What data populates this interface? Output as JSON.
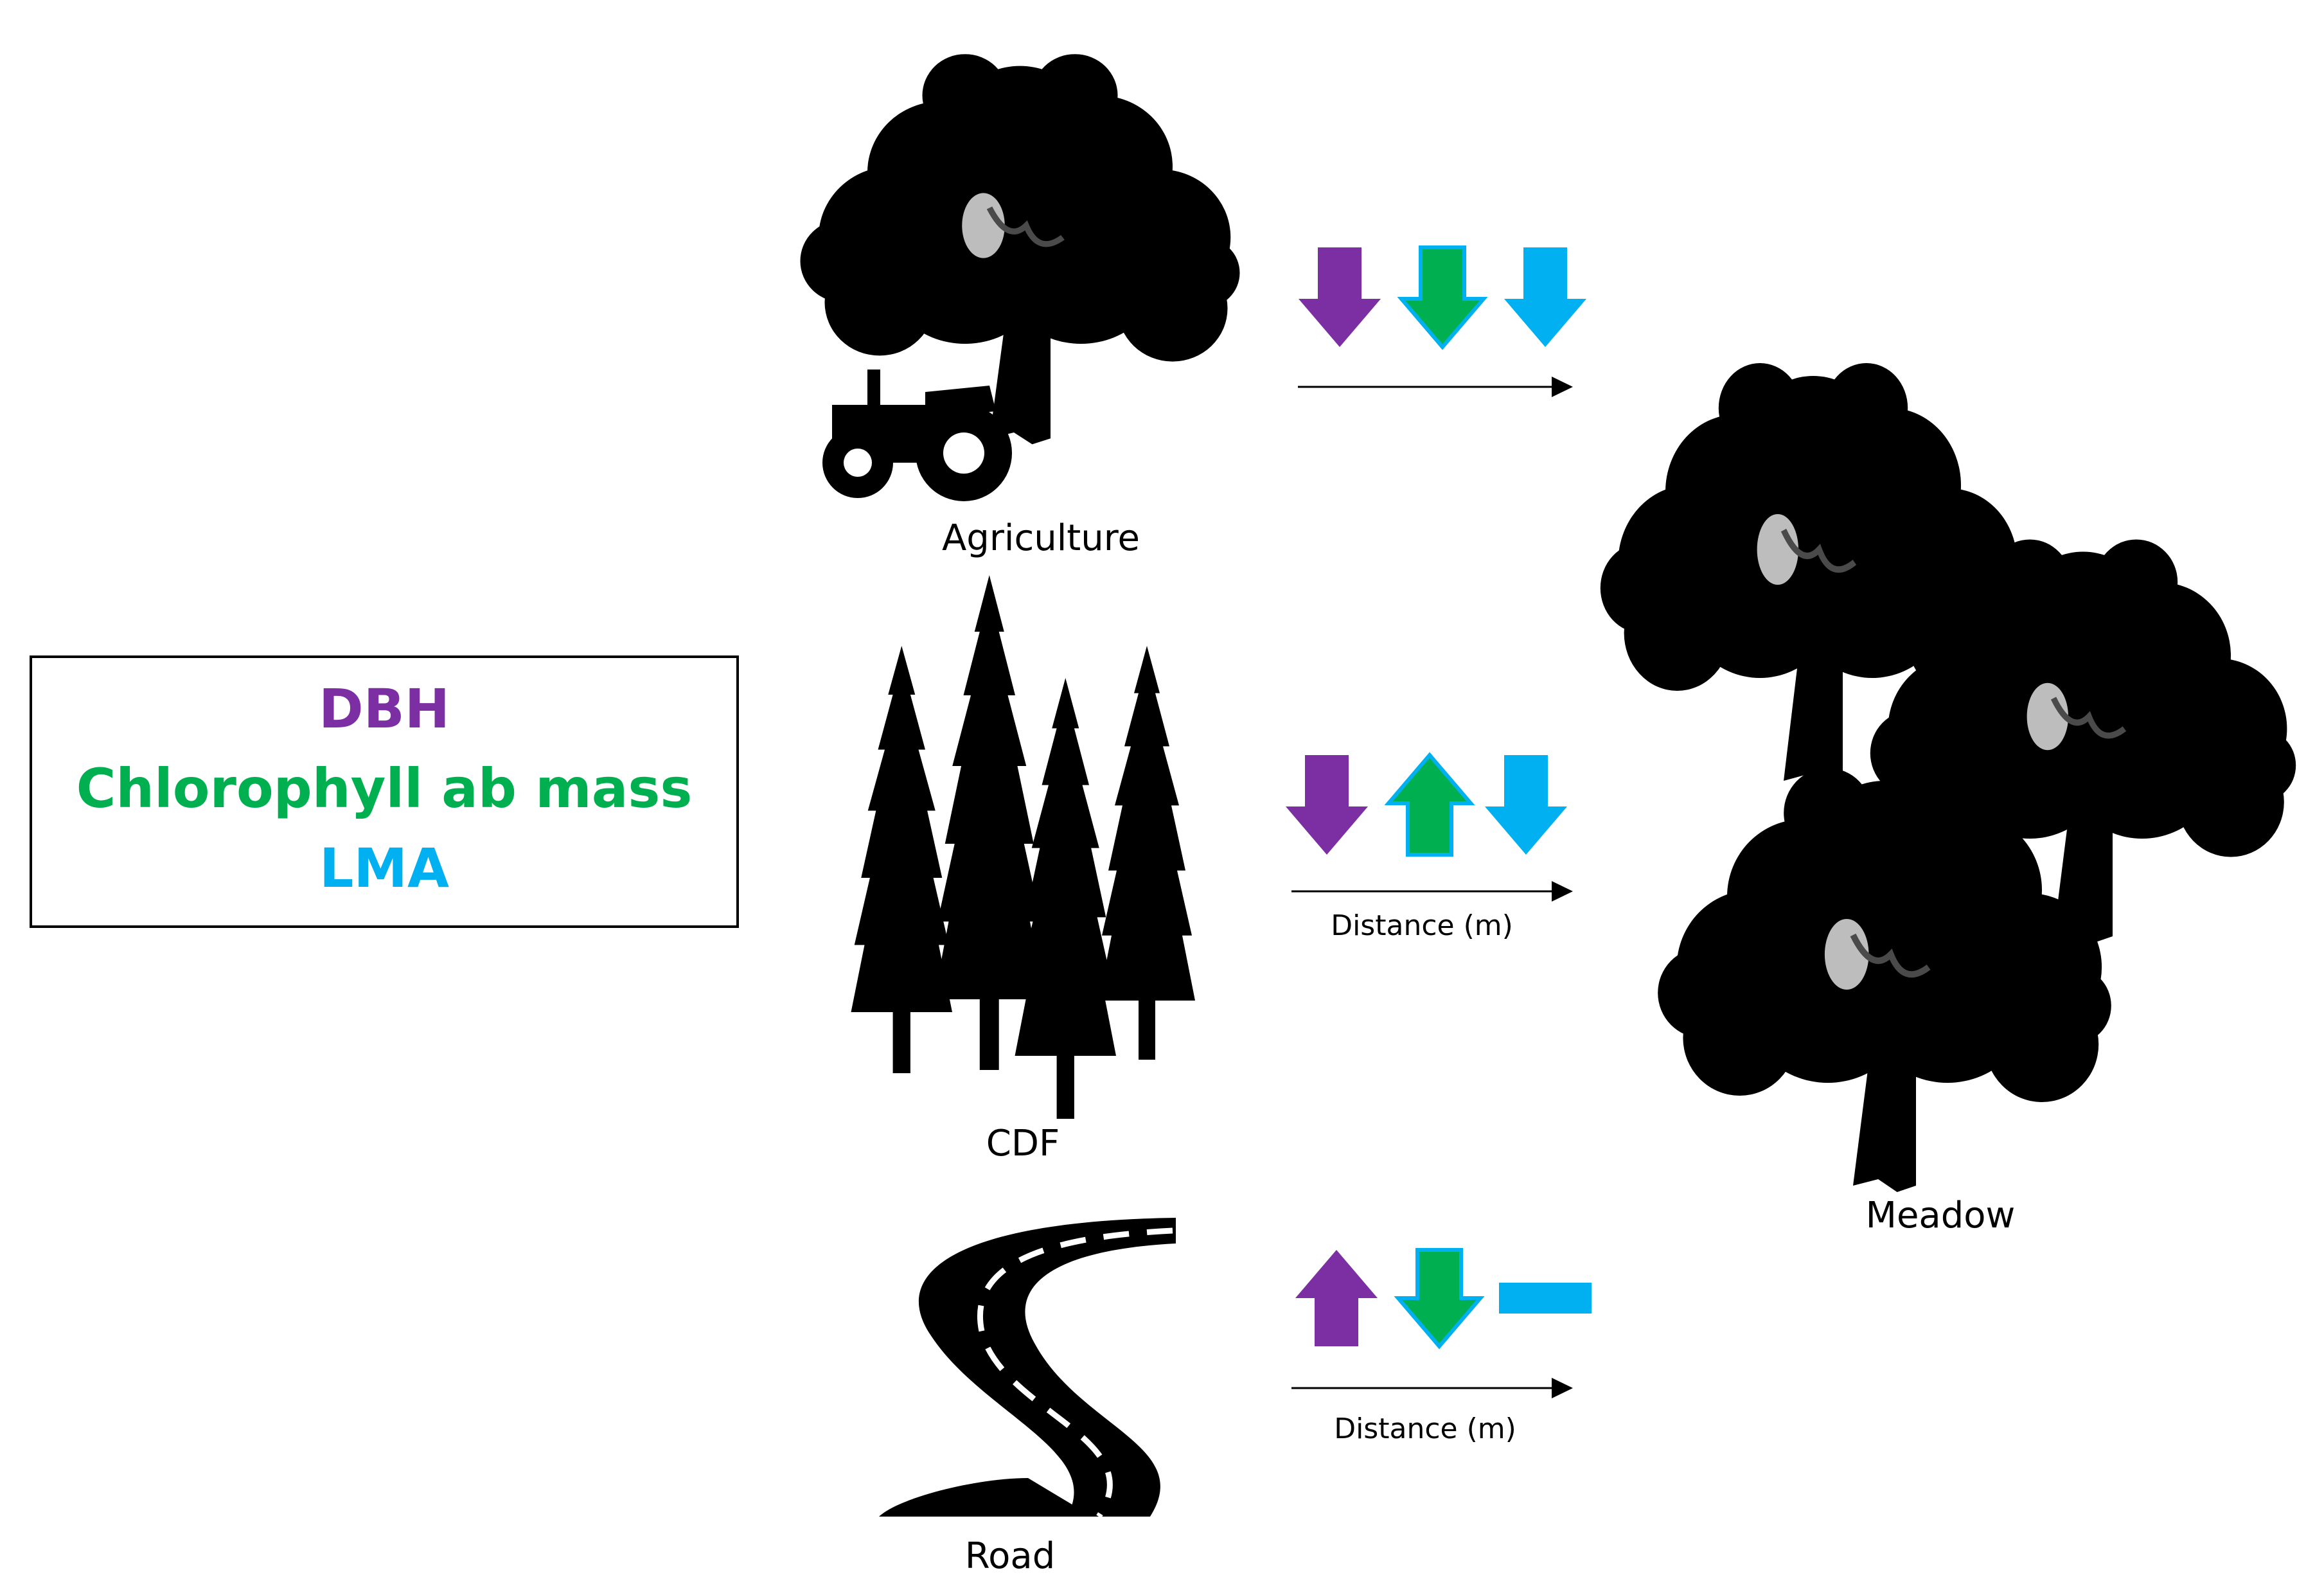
{
  "legend": {
    "items": [
      {
        "label": "DBH",
        "color": "#7B2FA3"
      },
      {
        "label": "Chlorophyll ab mass",
        "color": "#00B050"
      },
      {
        "label": "LMA",
        "color": "#00B0F0"
      }
    ]
  },
  "sources": [
    {
      "label": "Agriculture",
      "icon": "tree-with-tractor-icon",
      "axis_label": "",
      "effects": {
        "dbh": "decrease",
        "chlorophyll": "decrease",
        "lma": "decrease"
      }
    },
    {
      "label": "CDF",
      "icon": "conifer-forest-icon",
      "axis_label": "Distance (m)",
      "effects": {
        "dbh": "decrease",
        "chlorophyll": "increase",
        "lma": "decrease"
      }
    },
    {
      "label": "Road",
      "icon": "winding-road-icon",
      "axis_label": "Distance (m)",
      "effects": {
        "dbh": "increase",
        "chlorophyll": "decrease",
        "lma": "no-change"
      }
    }
  ],
  "target": {
    "label": "Meadow",
    "icon": "oak-trees-icon"
  }
}
